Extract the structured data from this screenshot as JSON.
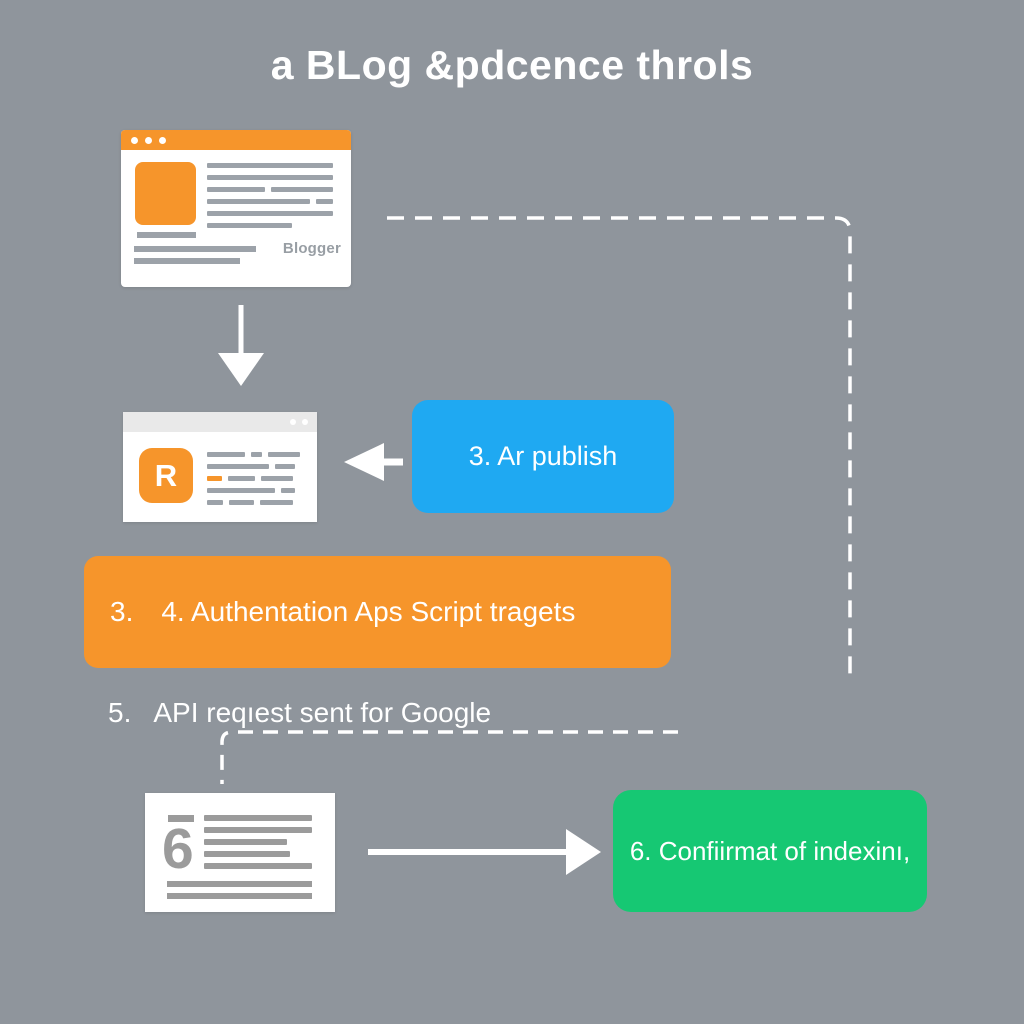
{
  "title": "a BLog &pdcence throls",
  "colors": {
    "background": "#8F959C",
    "orange": "#F6952B",
    "blue": "#1FA9F2",
    "green": "#16C873",
    "line_gray": "#9CA2A9",
    "connector_white": "#FFFFFF"
  },
  "blogger_window": {
    "brand": "Blogger"
  },
  "app_window": {
    "logo_letter": "R"
  },
  "steps": {
    "blue": {
      "label": "3. Ar publish"
    },
    "orange": {
      "prefix": "3.",
      "label": "4. Authentation Aps Script tragets"
    },
    "api": {
      "prefix": "5.",
      "label": "API reqıest sent for Google"
    },
    "doc": {
      "number": "6"
    },
    "green": {
      "label": "6. Confiirmat of indexinı,"
    }
  }
}
